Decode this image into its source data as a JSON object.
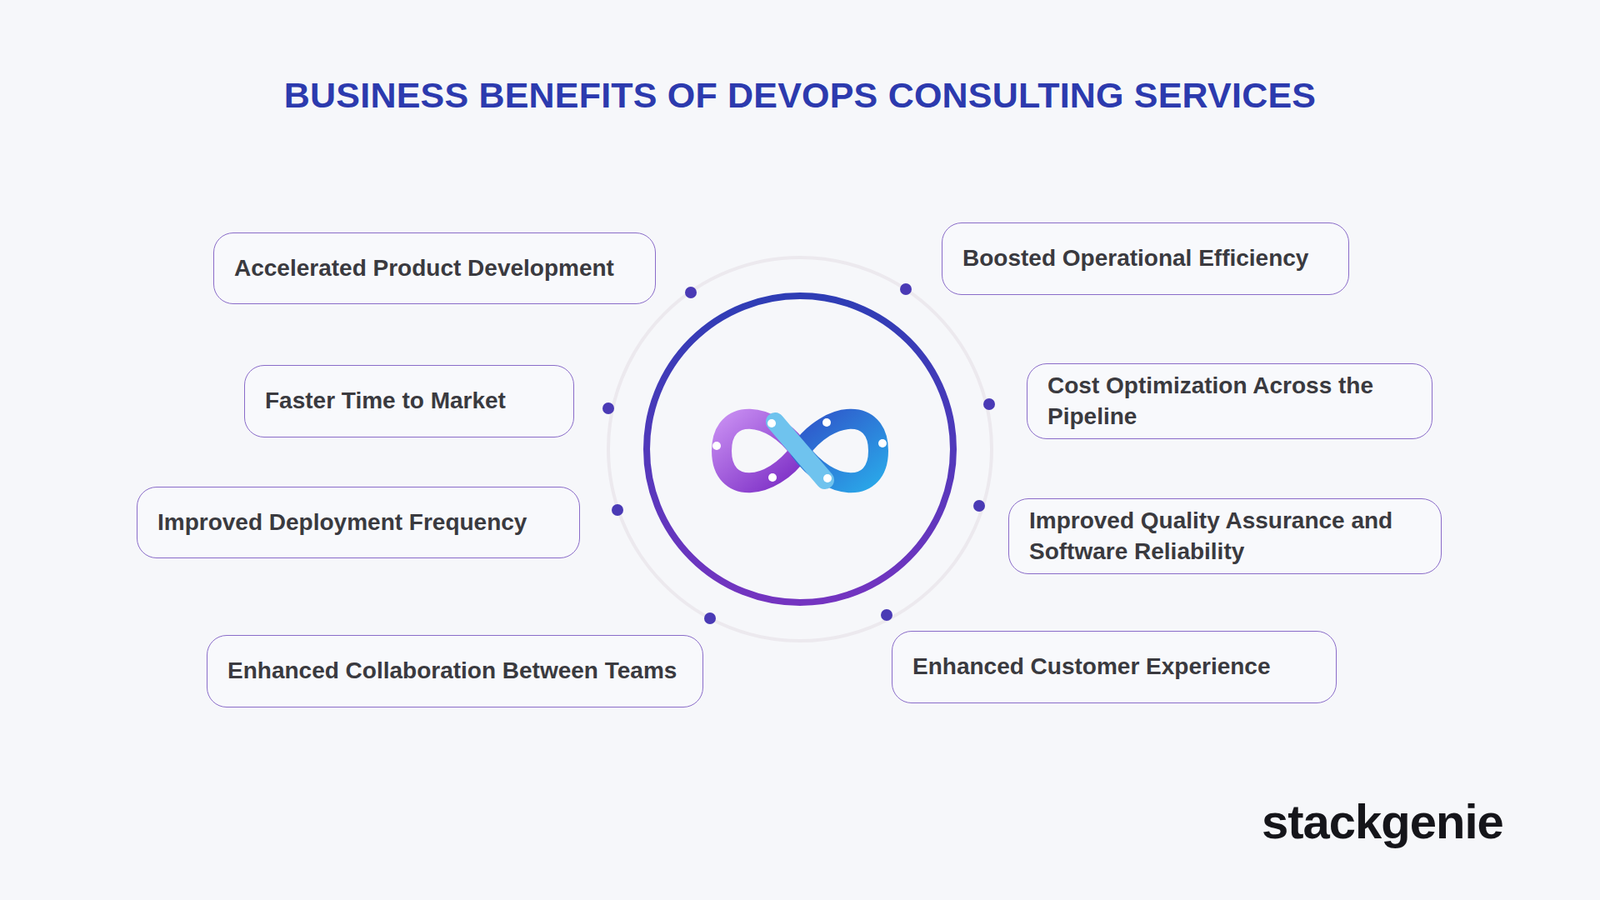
{
  "diagram": {
    "title": "BUSINESS BENEFITS OF DEVOPS CONSULTING SERVICES",
    "nodes": [
      {
        "text": [
          "Accelerated Product Development"
        ]
      },
      {
        "text": [
          "Boosted Operational Efficiency"
        ]
      },
      {
        "text": [
          "Faster Time to Market"
        ]
      },
      {
        "text": [
          "Cost Optimization Across the Pipeline"
        ]
      },
      {
        "text": [
          "Improved Deployment Frequency"
        ]
      },
      {
        "text": [
          "Improved Quality Assurance and Software Reliability"
        ]
      },
      {
        "text": [
          "Enhanced Collaboration Between Teams"
        ]
      },
      {
        "text": [
          "Enhanced Customer Experience"
        ]
      }
    ],
    "labels": [
      "stackgenie"
    ]
  }
}
